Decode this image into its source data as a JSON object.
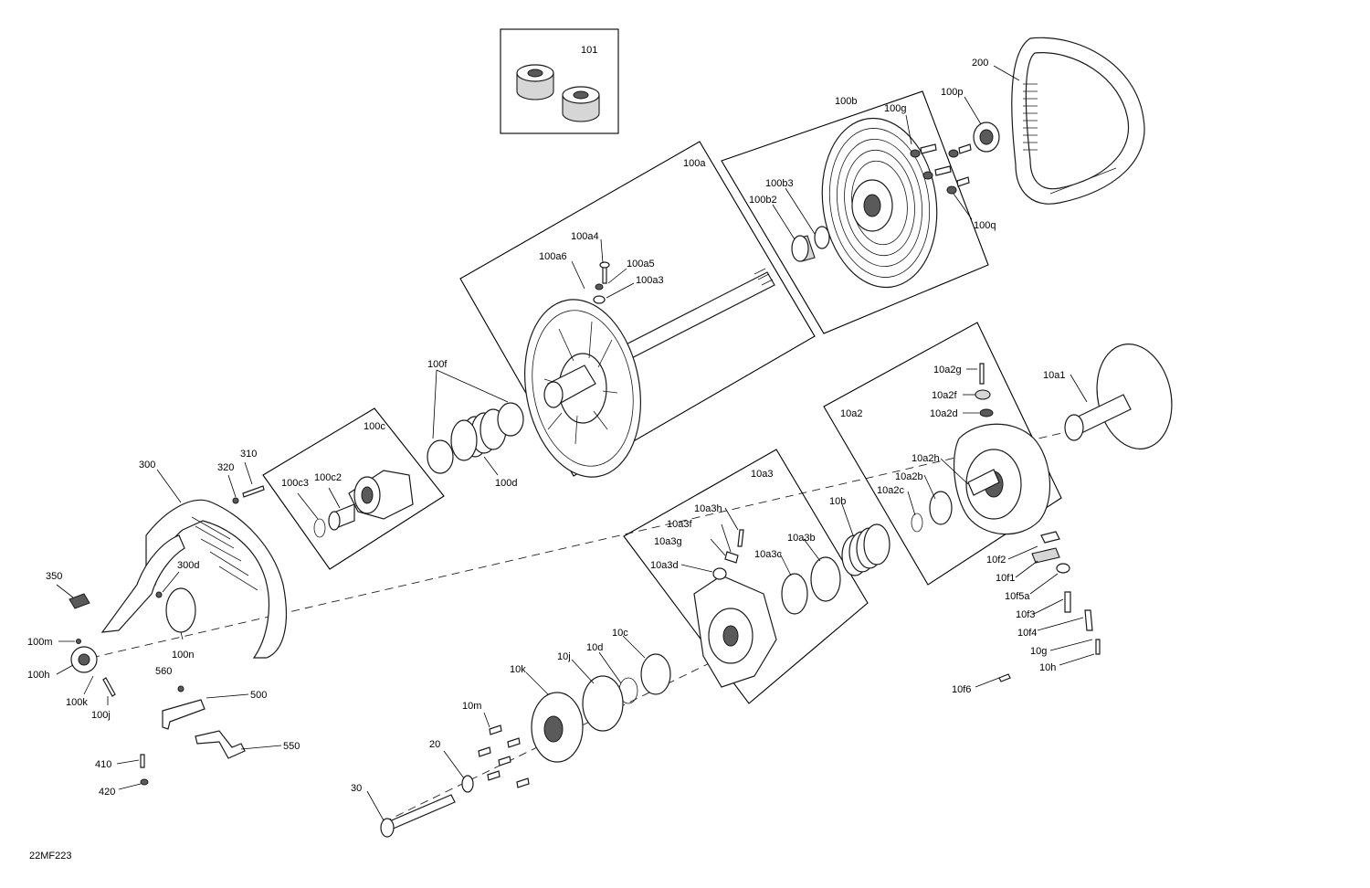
{
  "figure_code": "22MF223",
  "callouts": {
    "c101": "101",
    "c200": "200",
    "c100b": "100b",
    "c100g": "100g",
    "c100p": "100p",
    "c100q": "100q",
    "c100a": "100a",
    "c100b3": "100b3",
    "c100b2": "100b2",
    "c100a4": "100a4",
    "c100a6": "100a6",
    "c100a5": "100a5",
    "c100a3": "100a3",
    "c100f": "100f",
    "c100c": "100c",
    "c100d": "100d",
    "c310": "310",
    "c320": "320",
    "c300": "300",
    "c100c3": "100c3",
    "c100c2": "100c2",
    "c300d": "300d",
    "c350": "350",
    "c100m": "100m",
    "c100n": "100n",
    "c100h": "100h",
    "c100k": "100k",
    "c100j": "100j",
    "c560": "560",
    "c500": "500",
    "c550": "550",
    "c410": "410",
    "c420": "420",
    "c10a1": "10a1",
    "c10a2": "10a2",
    "c10a2g": "10a2g",
    "c10a2f": "10a2f",
    "c10a2d": "10a2d",
    "c10a2h": "10a2h",
    "c10a2b": "10a2b",
    "c10a2c": "10a2c",
    "c10a3": "10a3",
    "c10a3h": "10a3h",
    "c10a3f": "10a3f",
    "c10a3g": "10a3g",
    "c10a3d": "10a3d",
    "c10a3c": "10a3c",
    "c10a3b": "10a3b",
    "c10b": "10b",
    "c10f2": "10f2",
    "c10f1": "10f1",
    "c10f5a": "10f5a",
    "c10f3": "10f3",
    "c10f4": "10f4",
    "c10g": "10g",
    "c10h": "10h",
    "c10f6": "10f6",
    "c10c": "10c",
    "c10d": "10d",
    "c10j": "10j",
    "c10k": "10k",
    "c10m": "10m",
    "c20": "20",
    "c30": "30"
  }
}
